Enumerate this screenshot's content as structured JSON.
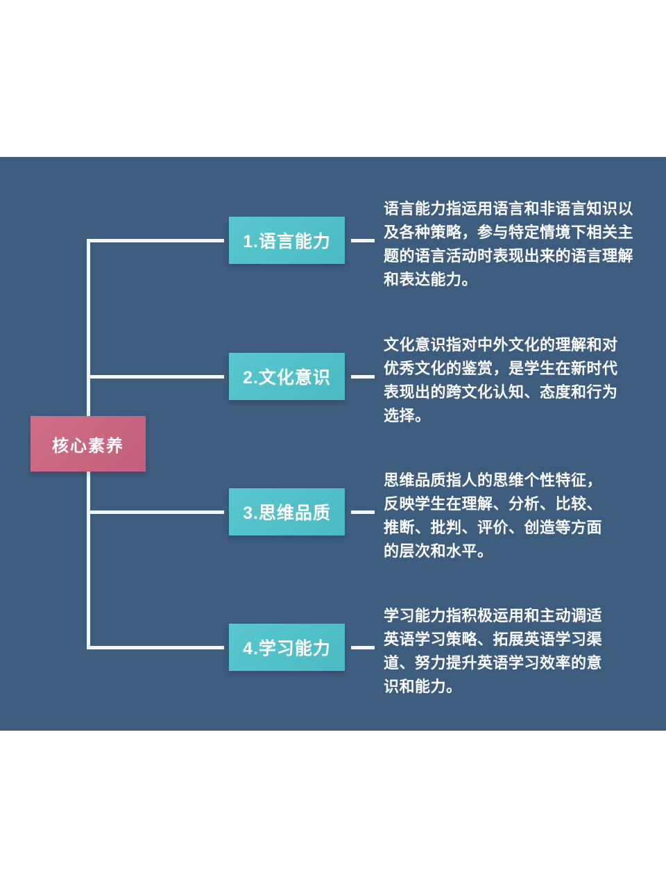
{
  "diagram": {
    "type": "mindmap",
    "root": {
      "label": "核心素养"
    },
    "branches": [
      {
        "label": "1.语言能力",
        "desc_lines": [
          "语言能力指运用语言和非语言知识以",
          "及各种策略，参与特定情境下相关主",
          "题的语言活动时表现出来的语言理解",
          "和表达能力。"
        ]
      },
      {
        "label": "2.文化意识",
        "desc_lines": [
          "文化意识指对中外文化的理解和对",
          "优秀文化的鉴赏，是学生在新时代",
          "表现出的跨文化认知、态度和行为",
          "选择。"
        ]
      },
      {
        "label": "3.思维品质",
        "desc_lines": [
          "思维品质指人的思维个性特征，",
          "反映学生在理解、分析、比较、",
          "推断、批判、评价、创造等方面",
          "的层次和水平。"
        ]
      },
      {
        "label": "4.学习能力",
        "desc_lines": [
          "学习能力指积极运用和主动调适",
          "英语学习策略、拓展英语学习渠",
          "道、努力提升英语学习效率的意",
          "识和能力。"
        ]
      }
    ],
    "colors": {
      "page_background": "#ffffff",
      "panel_background": "#3e5c7e",
      "branch_node": "#52c2c9",
      "root_node": "#ca6781",
      "connector_line": "#f2f6f8",
      "text": "#ffffff"
    }
  }
}
